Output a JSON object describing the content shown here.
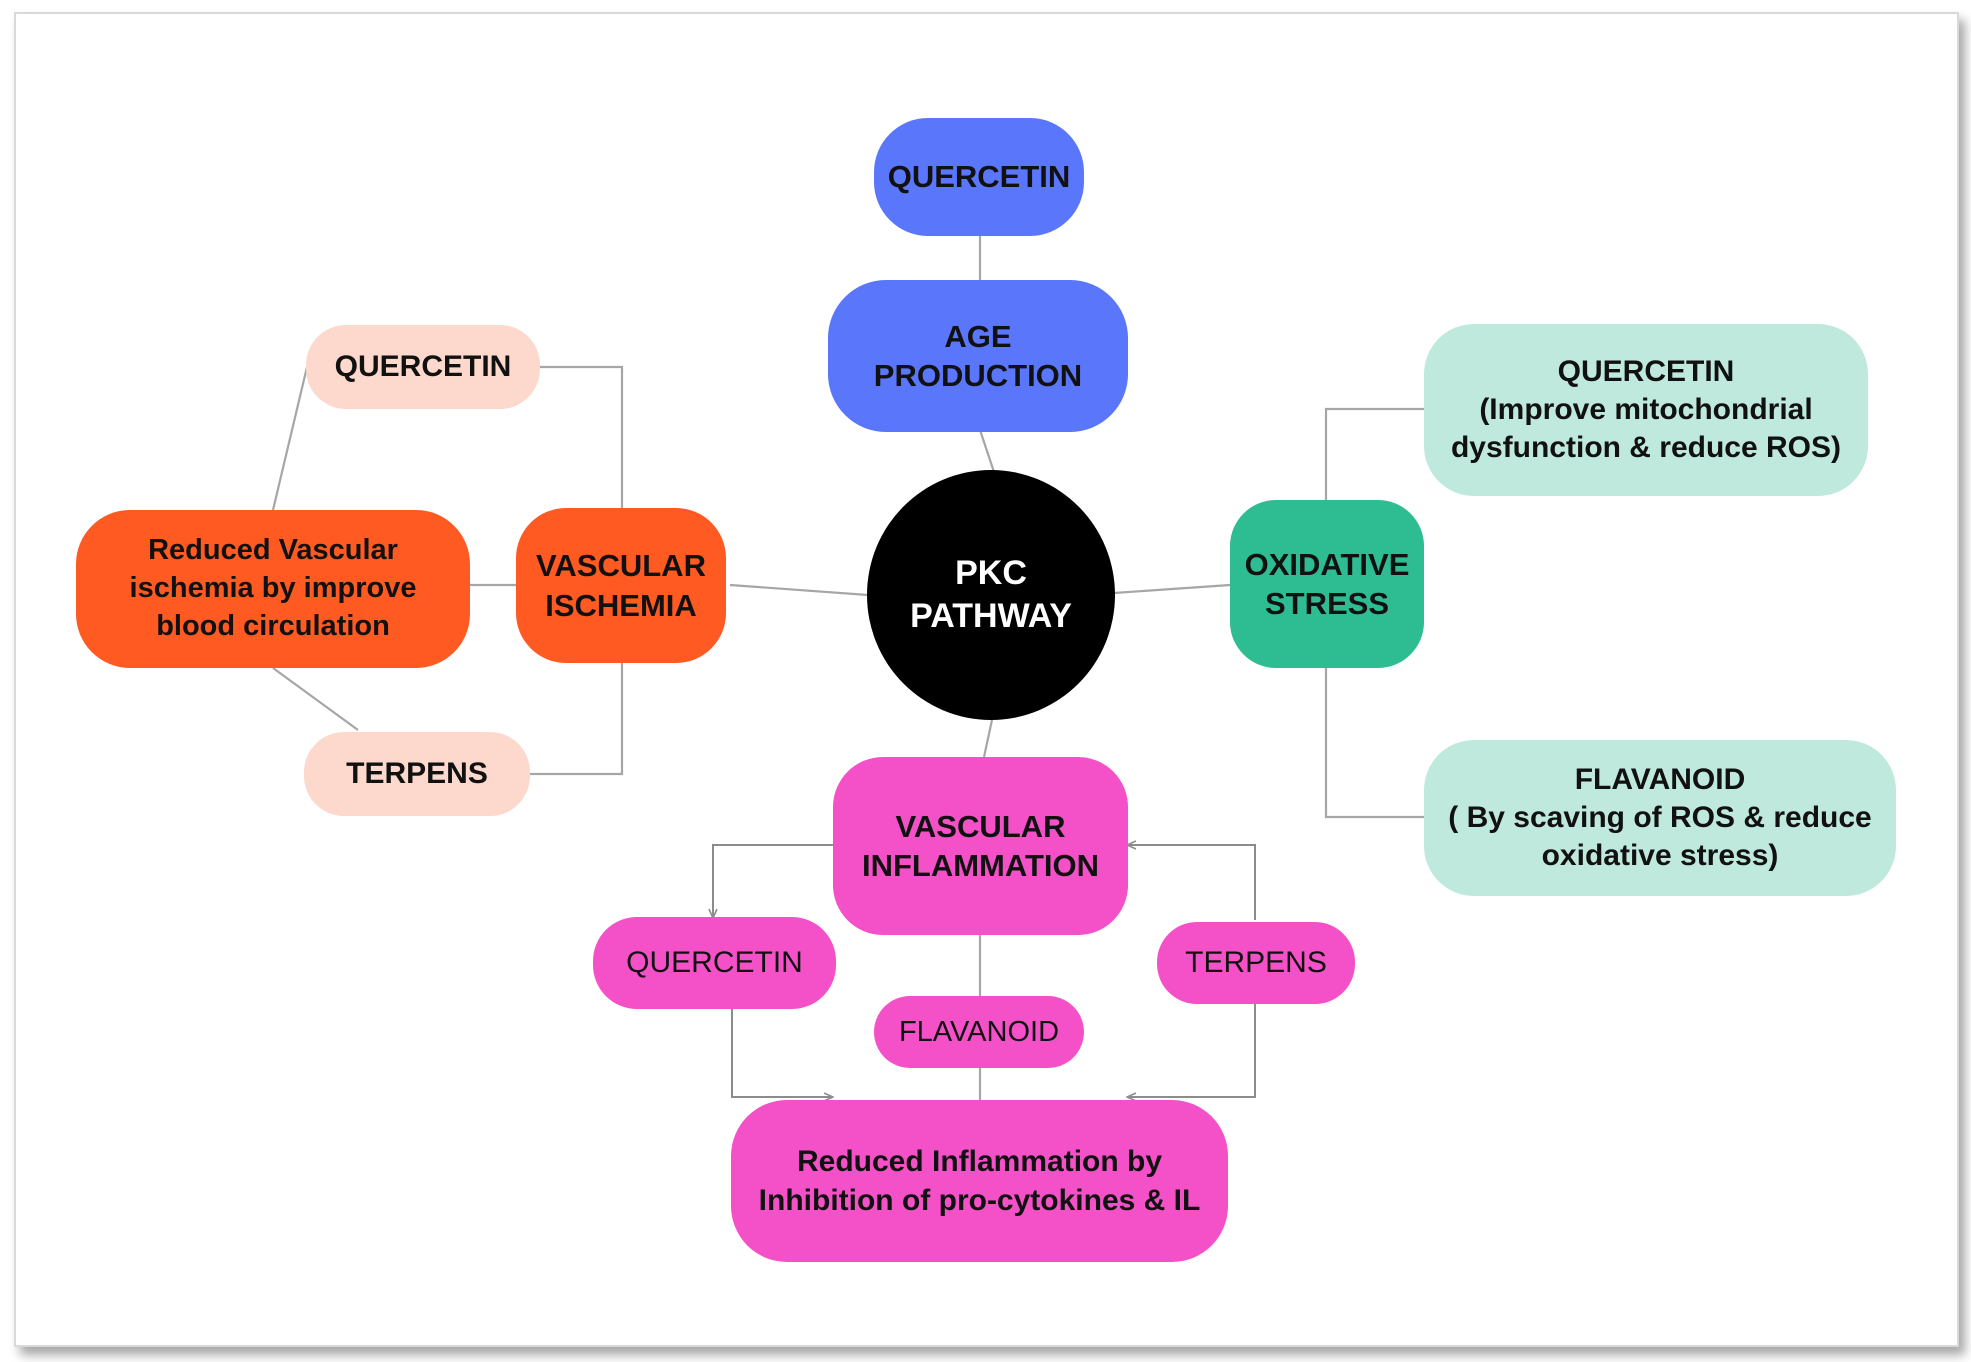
{
  "diagram": {
    "center": {
      "lines": [
        "PKC",
        "PATHWAY"
      ],
      "color": "#000000"
    },
    "age_branch": {
      "agent": {
        "lines": [
          "QUERCETIN"
        ],
        "color": "#5a76fb"
      },
      "target": {
        "lines": [
          "AGE",
          "PRODUCTION"
        ],
        "color": "#5a76fb"
      }
    },
    "oxidative_branch": {
      "target": {
        "lines": [
          "OXIDATIVE",
          "STRESS"
        ],
        "color": "#2ebd93"
      },
      "effect_1": {
        "lines": [
          "QUERCETIN",
          "(Improve mitochondrial",
          "dysfunction & reduce ROS)"
        ],
        "color": "#bfe9dc"
      },
      "effect_2": {
        "lines": [
          "FLAVANOID",
          "( By scaving of ROS & reduce",
          "oxidative stress)"
        ],
        "color": "#bfe9dc"
      }
    },
    "ischemia_branch": {
      "target": {
        "lines": [
          "VASCULAR",
          "ISCHEMIA"
        ],
        "color": "#fe5a22"
      },
      "outcome": {
        "lines": [
          "Reduced Vascular",
          "ischemia by improve",
          "blood circulation"
        ],
        "color": "#fe5a22"
      },
      "agent_1": {
        "lines": [
          "QUERCETIN"
        ],
        "color": "#fcd9cc"
      },
      "agent_2": {
        "lines": [
          "TERPENS"
        ],
        "color": "#fcd9cc"
      }
    },
    "inflammation_branch": {
      "target": {
        "lines": [
          "VASCULAR",
          "INFLAMMATION"
        ],
        "color": "#f451c8"
      },
      "agent_1": {
        "lines": [
          "QUERCETIN"
        ],
        "color": "#f451c8"
      },
      "agent_2": {
        "lines": [
          "FLAVANOID"
        ],
        "color": "#f451c8"
      },
      "agent_3": {
        "lines": [
          "TERPENS"
        ],
        "color": "#f451c8"
      },
      "outcome": {
        "lines": [
          "Reduced Inflammation by",
          "Inhibition of pro-cytokines & IL"
        ],
        "color": "#f451c8"
      }
    },
    "connector_color": "#a6a6a6"
  }
}
